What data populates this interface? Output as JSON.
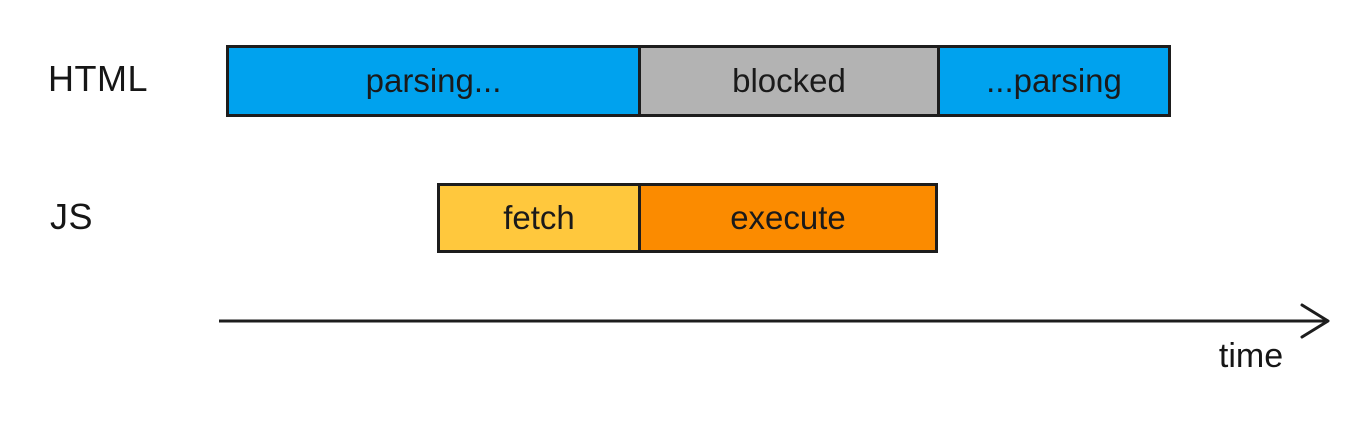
{
  "diagram": {
    "rows": [
      {
        "label": "HTML",
        "segments": [
          {
            "label": "parsing...",
            "color": "#00a2ee"
          },
          {
            "label": "blocked",
            "color": "#b3b3b3"
          },
          {
            "label": "...parsing",
            "color": "#00a2ee"
          }
        ]
      },
      {
        "label": "JS",
        "segments": [
          {
            "label": "fetch",
            "color": "#ffc83d"
          },
          {
            "label": "execute",
            "color": "#fb8b00"
          }
        ]
      }
    ],
    "axis": {
      "label": "time"
    },
    "colors": {
      "background": "#ffffff",
      "border": "#1d1d1d",
      "text": "#161616",
      "parsing_blue": "#00a2ee",
      "blocked_gray": "#b3b3b3",
      "fetch_yellow": "#ffc83d",
      "execute_orange": "#fb8b00"
    }
  }
}
